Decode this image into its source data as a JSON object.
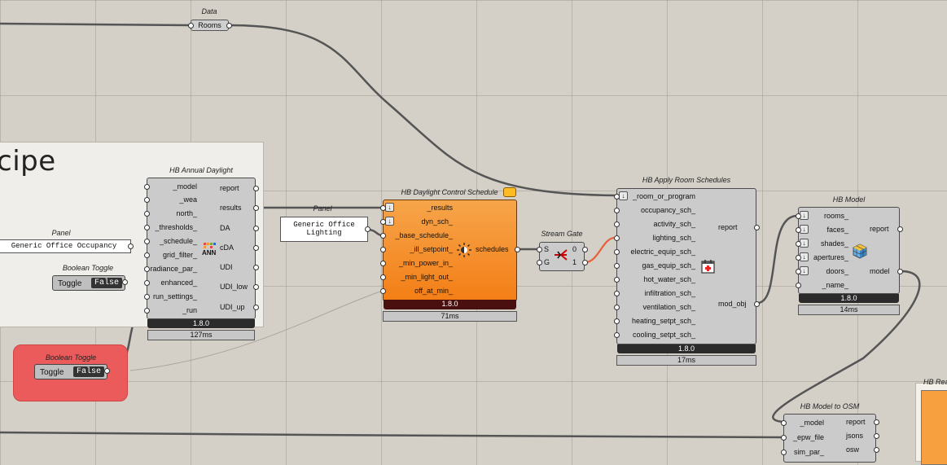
{
  "canvas": {
    "group_title": "cipe",
    "data_label": "Data",
    "data_value": "Rooms",
    "hb_read_label": "HB Rea"
  },
  "panels": [
    {
      "label": "Panel",
      "text": "Generic Office Occupancy"
    },
    {
      "label": "Panel",
      "text_line1": "Generic Office",
      "text_line2": "Lighting"
    }
  ],
  "toggles": [
    {
      "label": "Boolean Toggle",
      "button": "Toggle",
      "value": "False"
    },
    {
      "label": "Boolean Toggle",
      "button": "Toggle",
      "value": "False"
    }
  ],
  "annual_daylight": {
    "title": "HB Annual Daylight",
    "inputs": [
      "_model",
      "_wea",
      "north_",
      "_thresholds_",
      "_schedule_",
      "grid_filter_",
      "radiance_par_",
      "enhanced_",
      "run_settings_",
      "_run"
    ],
    "outputs": [
      "report",
      "results",
      "DA",
      "cDA",
      "UDI",
      "UDI_low",
      "UDI_up"
    ],
    "icon_text": "ANN",
    "version": "1.8.0",
    "timing": "127ms"
  },
  "daylight_control": {
    "title": "HB Daylight Control Schedule",
    "inputs": [
      "_results",
      "dyn_sch_",
      "_base_schedule_",
      "_ill_setpoint_",
      "_min_power_in_",
      "_min_light_out_",
      "off_at_min_"
    ],
    "outputs": [
      "schedules"
    ],
    "version": "1.8.0",
    "timing": "71ms"
  },
  "stream_gate": {
    "title": "Stream Gate",
    "inputs": [
      "S",
      "G"
    ],
    "outputs": [
      "0",
      "1"
    ]
  },
  "apply_room_schedules": {
    "title": "HB Apply Room Schedules",
    "inputs": [
      "_room_or_program",
      "occupancy_sch_",
      "activity_sch_",
      "lighting_sch_",
      "electric_equip_sch_",
      "gas_equip_sch_",
      "hot_water_sch_",
      "infiltration_sch_",
      "ventilation_sch_",
      "heating_setpt_sch_",
      "cooling_setpt_sch_"
    ],
    "outputs": [
      "report",
      "mod_obj"
    ],
    "version": "1.8.0",
    "timing": "17ms"
  },
  "hb_model": {
    "title": "HB Model",
    "inputs": [
      "rooms_",
      "faces_",
      "shades_",
      "apertures_",
      "doors_",
      "_name_"
    ],
    "outputs": [
      "report",
      "model"
    ],
    "version": "1.8.0",
    "timing": "14ms"
  },
  "model_to_osm": {
    "title": "HB Model to OSM",
    "inputs": [
      "_model",
      "_epw_file",
      "sim_par_"
    ],
    "outputs": [
      "report",
      "jsons",
      "osw"
    ]
  },
  "colors": {
    "canvas": "#d4d0c8",
    "component": "#cbcbcb",
    "orange_component": "#f47e16",
    "red_group": "#ec5b5b",
    "active_wire": "#e8603a"
  }
}
